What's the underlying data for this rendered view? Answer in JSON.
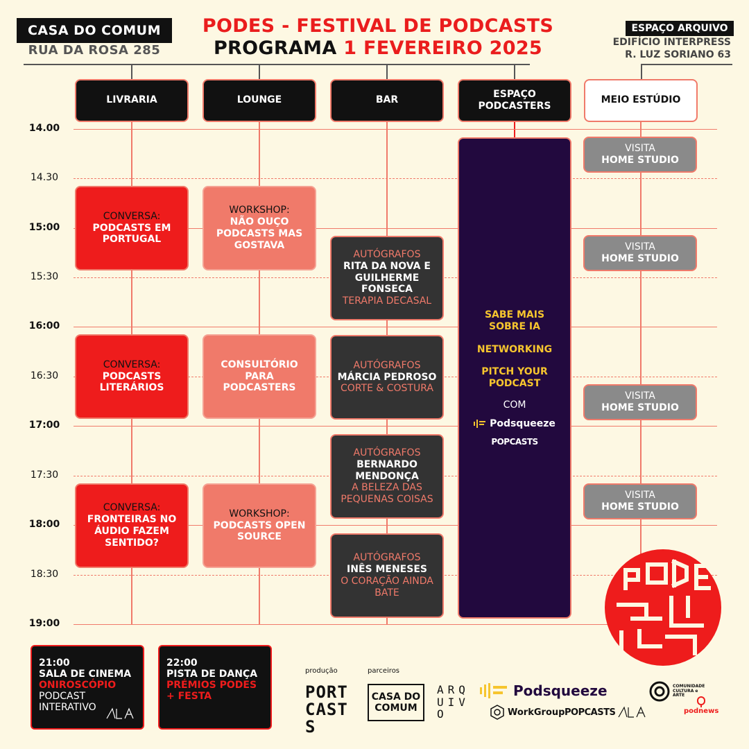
{
  "header": {
    "venue_left_name": "CASA DO COMUM",
    "venue_left_address": "RUA DA ROSA 285",
    "title_line1": "PODES - FESTIVAL DE PODCASTS",
    "title_line2_prefix": "PROGRAMA",
    "title_line2_date": "1 FEVEREIRO 2025",
    "venue_right_name": "ESPAÇO ARQUIVO",
    "venue_right_line1": "EDIFÍCIO INTERPRESS",
    "venue_right_line2": "R. LUZ SORIANO 63"
  },
  "columns": [
    {
      "label": "LIVRARIA"
    },
    {
      "label": "LOUNGE"
    },
    {
      "label": "BAR"
    },
    {
      "label": "ESPAÇO\nPODCASTERS"
    },
    {
      "label": "MEIO ESTÚDIO"
    }
  ],
  "times": [
    "14.00",
    "14.30",
    "15:00",
    "15:30",
    "16:00",
    "16:30",
    "17:00",
    "17:30",
    "18:00",
    "18:30",
    "19:00"
  ],
  "events": {
    "livraria": [
      {
        "kind": "CONVERSA:",
        "title": "PODCASTS EM PORTUGAL"
      },
      {
        "kind": "CONVERSA:",
        "title": "PODCASTS LITERÁRIOS"
      },
      {
        "kind": "CONVERSA:",
        "title": "FRONTEIRAS NO ÁUDIO FAZEM SENTIDO?"
      }
    ],
    "lounge": [
      {
        "kind": "WORKSHOP:",
        "title": "NÃO OUÇO PODCASTS MAS GOSTAVA"
      },
      {
        "kind": "",
        "title": "CONSULTÓRIO PARA PODCASTERS"
      },
      {
        "kind": "WORKSHOP:",
        "title": "PODCASTS OPEN SOURCE"
      }
    ],
    "bar": [
      {
        "kind": "AUTÓGRAFOS",
        "title": "RITA DA NOVA E GUILHERME FONSECA",
        "show": "TERAPIA DECASAL"
      },
      {
        "kind": "AUTÓGRAFOS",
        "title": "MÁRCIA PEDROSO",
        "show": "CORTE & COSTURA"
      },
      {
        "kind": "AUTÓGRAFOS",
        "title": "BERNARDO MENDONÇA",
        "show": "A BELEZA DAS PEQUENAS COISAS"
      },
      {
        "kind": "AUTÓGRAFOS",
        "title": "INÊS MENESES",
        "show": "O CORAÇÃO AINDA BATE"
      }
    ],
    "podcasters": {
      "item1": "SABE MAIS SOBRE IA",
      "item2": "NETWORKING",
      "item3": "PITCH YOUR PODCAST",
      "with": "COM",
      "sponsor1": "Podsqueeze",
      "sponsor2": "POPCASTS"
    },
    "estudio": [
      {
        "kind": "VISITA",
        "title": "HOME STUDIO"
      },
      {
        "kind": "VISITA",
        "title": "HOME STUDIO"
      },
      {
        "kind": "VISITA",
        "title": "HOME STUDIO"
      },
      {
        "kind": "VISITA",
        "title": "HOME STUDIO"
      }
    ]
  },
  "footer": {
    "box1": {
      "time": "21:00",
      "place": "SALA DE CINEMA",
      "event": "ONIROSCÓPIO",
      "desc1": "PODCAST",
      "desc2": "INTERATIVO"
    },
    "box2": {
      "time": "22:00",
      "place": "PISTA DE DANÇA",
      "event1": "PRÉMIOS PODES",
      "event2": "+ FESTA"
    },
    "producao_label": "produção",
    "parceiros_label": "parceiros",
    "logo_portcasts": "PORTCASTS",
    "logo_casa": "CASA DO COMUM",
    "logo_arquivo": "ARQUIVO",
    "logo_podsqueeze": "Podsqueeze",
    "logo_workgroup": "WorkGroup",
    "logo_popcasts": "POPCASTS",
    "logo_comunidade": "COMUNIDADE CULTURA e ARTE",
    "logo_podnews": "podnews"
  },
  "colors": {
    "red": "#ee1c1c",
    "salmon": "#f07a6a",
    "dark": "#333333",
    "gray": "#8a8a8a",
    "purple": "#22093e",
    "yellow": "#f6c52e",
    "background": "#fdf8e3"
  }
}
